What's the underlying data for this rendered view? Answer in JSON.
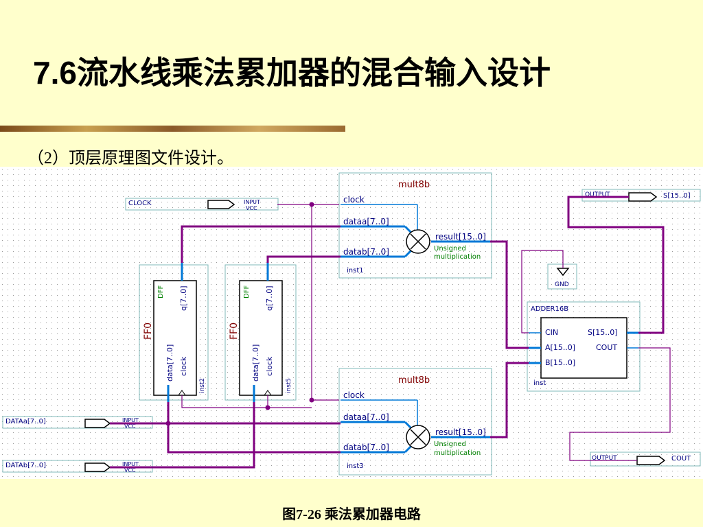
{
  "slide": {
    "title": "7.6流水线乘法累加器的混合输入设计",
    "subtitle": "（2）顶层原理图文件设计。",
    "caption": "图7-26 乘法累加器电路"
  },
  "schematic": {
    "inputs": {
      "clock": {
        "name": "CLOCK",
        "type": "INPUT",
        "vcc": "VCC"
      },
      "dataa": {
        "name": "DATAa[7..0]",
        "type": "INPUT",
        "vcc": "VCC"
      },
      "datab": {
        "name": "DATAb[7..0]",
        "type": "INPUT",
        "vcc": "VCC"
      }
    },
    "outputs": {
      "s": {
        "name": "S[15..0]",
        "type": "OUTPUT"
      },
      "cout": {
        "name": "COUT",
        "type": "OUTPUT"
      }
    },
    "mult_top": {
      "title": "mult8b",
      "clock": "clock",
      "dataa": "dataa[7..0]",
      "datab": "datab[7..0]",
      "result": "result[15..0]",
      "note1": "Unsigned",
      "note2": "multiplication",
      "inst": "inst1"
    },
    "mult_bottom": {
      "title": "mult8b",
      "clock": "clock",
      "dataa": "dataa[7..0]",
      "datab": "datab[7..0]",
      "result": "result[15..0]",
      "note1": "Unsigned",
      "note2": "multiplication",
      "inst": "inst3"
    },
    "ff_left": {
      "type": "FF0",
      "dff": "DFF",
      "q": "q[7..0]",
      "data": "data[7..0]",
      "clock": "clock",
      "inst": "inst2"
    },
    "ff_right": {
      "type": "FF0",
      "dff": "DFF",
      "q": "q[7..0]",
      "data": "data[7..0]",
      "clock": "clock",
      "inst": "inst5"
    },
    "adder": {
      "title": "ADDER16B",
      "cin": "CIN",
      "a": "A[15..0]",
      "b": "B[15..0]",
      "s": "S[15..0]",
      "cout": "COUT",
      "inst": "inst"
    },
    "gnd": "GND",
    "colors": {
      "bus": "#800080",
      "wire": "#800080",
      "blue": "#0078D7",
      "dotgrid": "#9A9A9A",
      "frame": "#7FB9B9"
    }
  }
}
